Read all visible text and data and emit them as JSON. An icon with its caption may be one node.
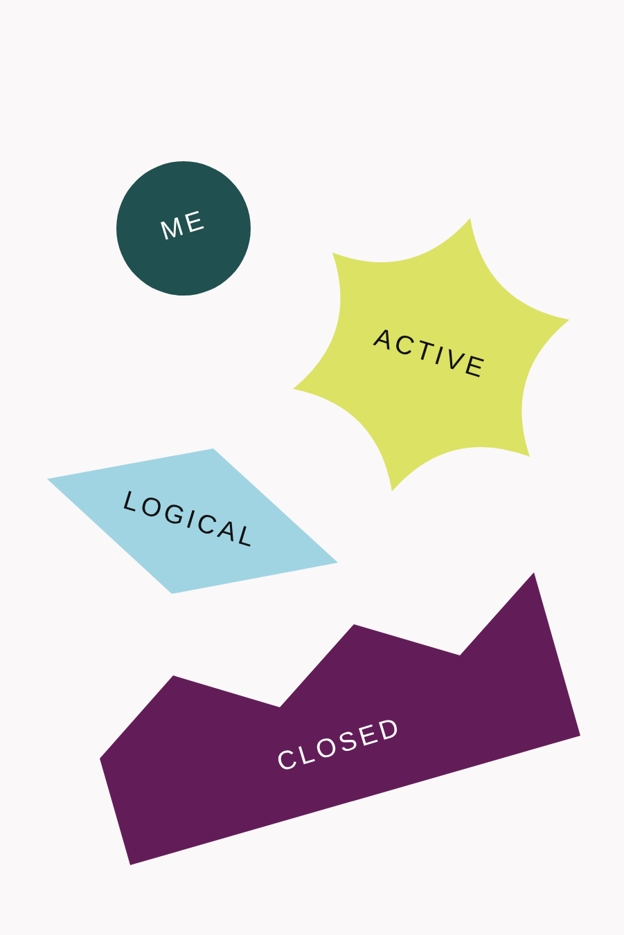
{
  "diagram": {
    "nodes": [
      {
        "text": [
          "ME"
        ]
      },
      {
        "text": [
          "ACTIVE"
        ]
      },
      {
        "text": [
          "LOGICAL"
        ]
      },
      {
        "text": [
          "CLOSED"
        ]
      }
    ]
  }
}
